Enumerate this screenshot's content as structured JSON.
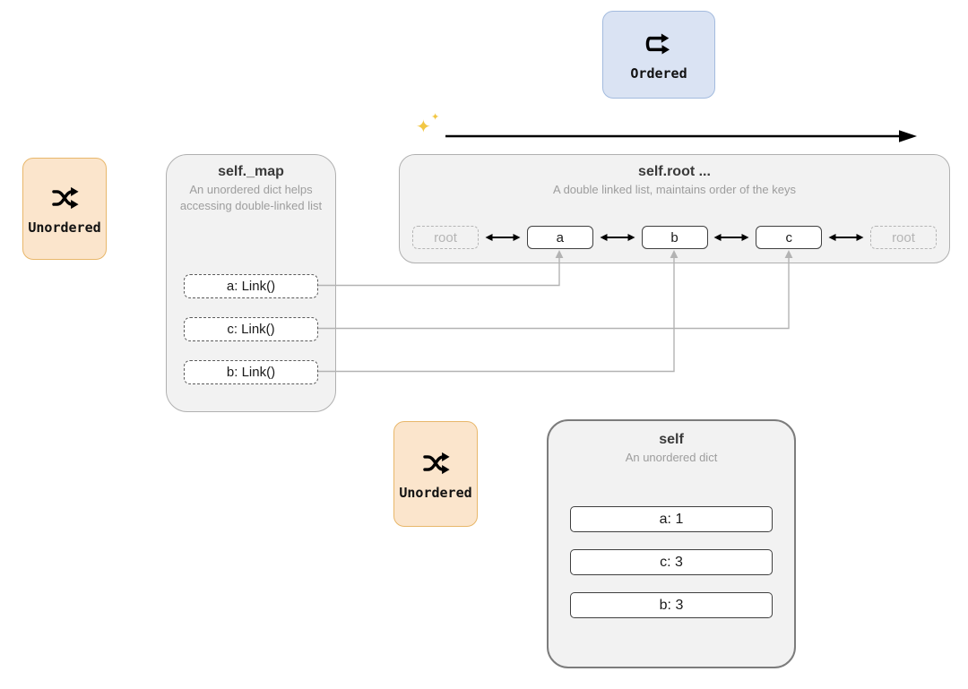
{
  "badges": {
    "ordered": {
      "label": "Ordered",
      "icon": "ordered-arrows-icon"
    },
    "unordered_top": {
      "label": "Unordered",
      "icon": "shuffle-icon"
    },
    "unordered_bottom": {
      "label": "Unordered",
      "icon": "shuffle-icon"
    }
  },
  "map_panel": {
    "title": "self._map",
    "subtitle": "An unordered dict helps accessing double-linked list",
    "items": [
      {
        "label": "a: Link()"
      },
      {
        "label": "c: Link()"
      },
      {
        "label": "b: Link()"
      }
    ]
  },
  "root_panel": {
    "title": "self.root ...",
    "subtitle": "A double linked list, maintains order of the keys",
    "nodes": [
      {
        "label": "root",
        "ghost": true
      },
      {
        "label": "a",
        "ghost": false
      },
      {
        "label": "b",
        "ghost": false
      },
      {
        "label": "c",
        "ghost": false
      },
      {
        "label": "root",
        "ghost": true
      }
    ]
  },
  "self_panel": {
    "title": "self",
    "subtitle": "An unordered dict",
    "items": [
      {
        "label": "a: 1"
      },
      {
        "label": "c: 3"
      },
      {
        "label": "b: 3"
      }
    ]
  },
  "sparkle": {
    "glyph": "✦"
  },
  "colors": {
    "ordered_fill": "#dae3f3",
    "ordered_border": "#a3bbde",
    "unordered_fill": "#fbe5cc",
    "unordered_border": "#e8b76a",
    "panel_fill": "#f2f2f2",
    "panel_border": "#b0b0b0",
    "self_panel_border": "#7c7c7c",
    "connector": "#b3b3b3",
    "arrow": "#000000",
    "sparkle": "#f2c744"
  }
}
